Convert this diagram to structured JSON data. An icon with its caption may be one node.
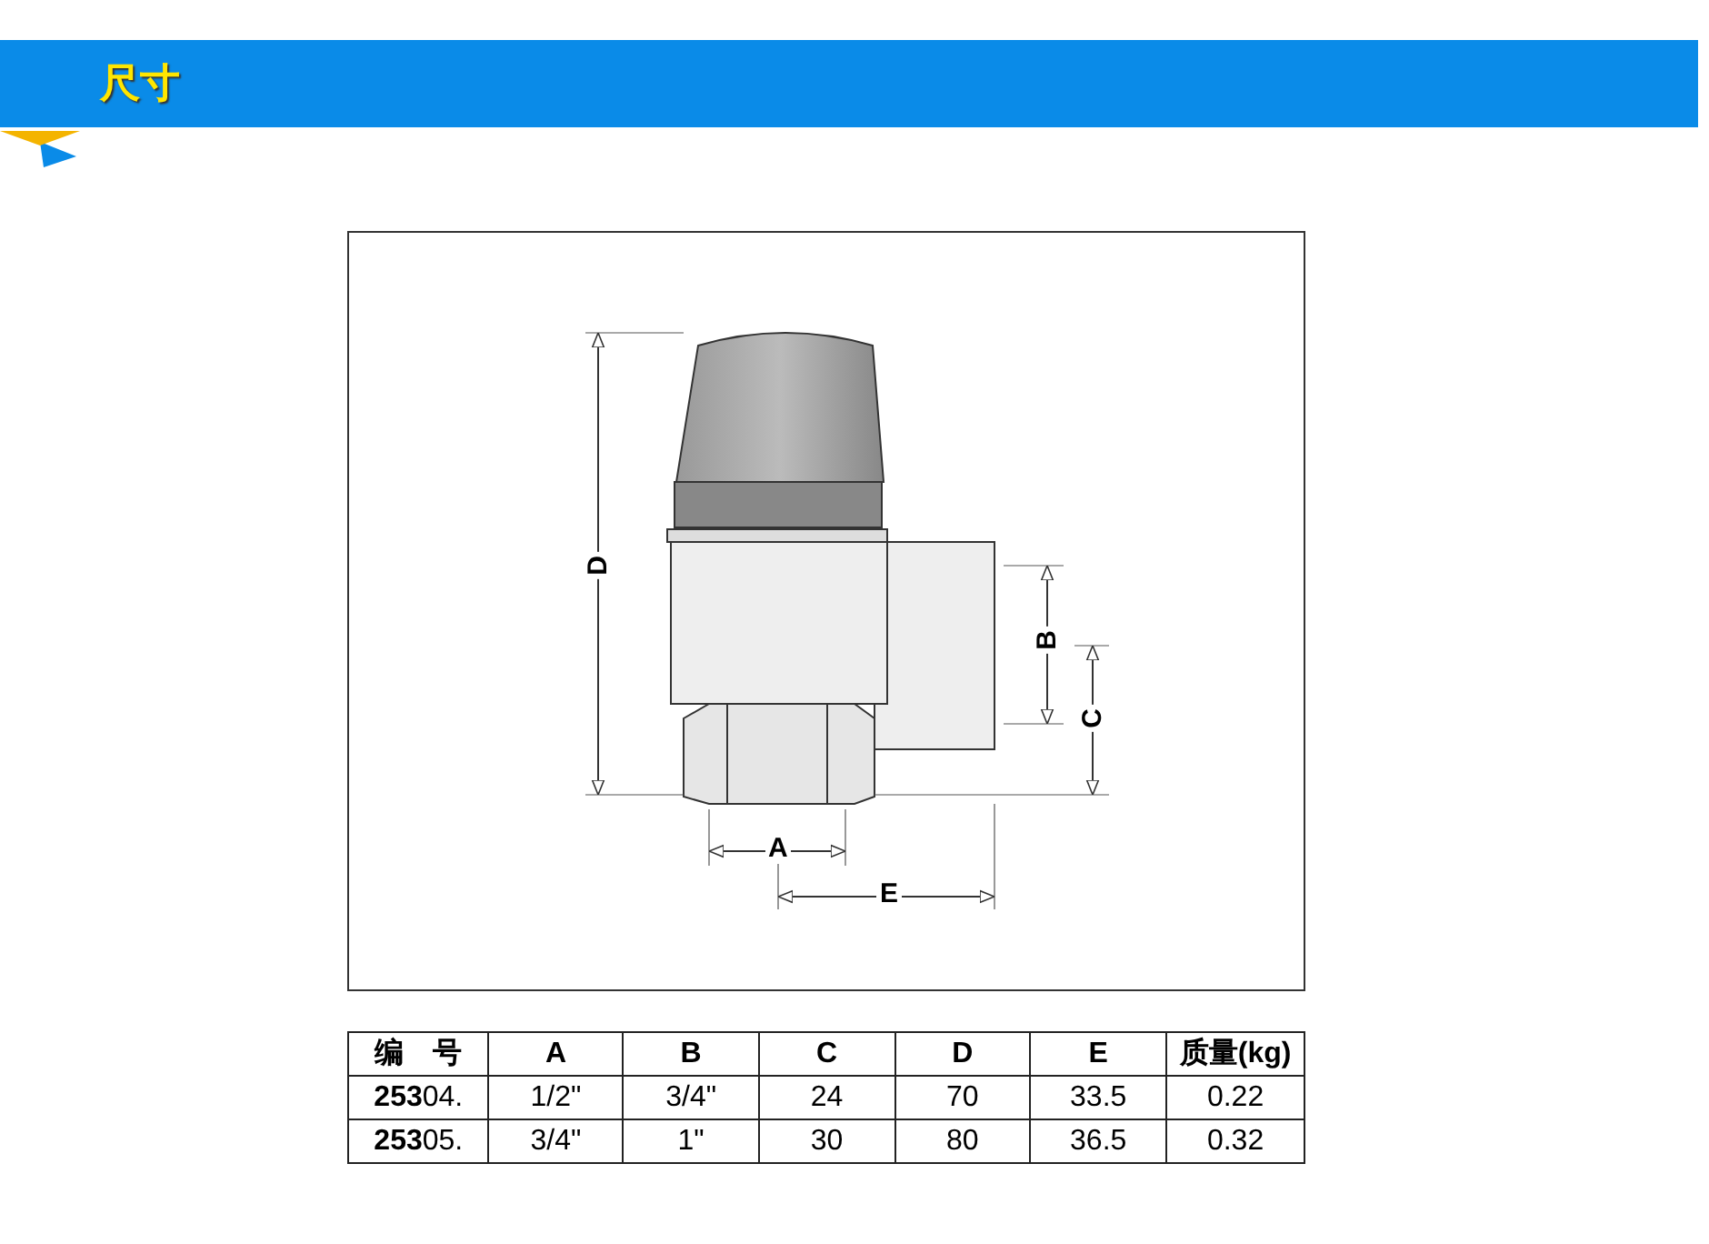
{
  "diagram": {
    "title": "尺寸",
    "labels": [
      "D",
      "B",
      "C",
      "A",
      "E",
      "编　号",
      "A",
      "B",
      "C",
      "D",
      "E",
      "质量(kg)",
      "**253**04.",
      "1/2\"",
      "3/4\"",
      "24",
      "70",
      "33.5",
      "0.22",
      "**253**05.",
      "3/4\"",
      "1\"",
      "30",
      "80",
      "36.5",
      "0.32"
    ]
  }
}
